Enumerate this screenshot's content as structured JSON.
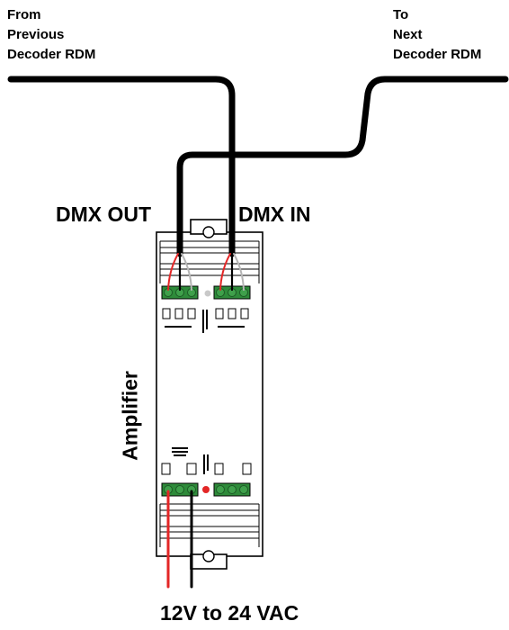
{
  "labels": {
    "from_line1": "From",
    "from_line2": "Previous",
    "from_line3": "Decoder RDM",
    "to_line1": "To",
    "to_line2": "Next",
    "to_line3": "Decoder RDM",
    "dmx_out": "DMX OUT",
    "dmx_in": "DMX IN",
    "amplifier": "Amplifier",
    "power": "12V to 24 VAC"
  },
  "colors": {
    "cable": "#000000",
    "positive_wire": "#e32626",
    "neutral_wire": "#b5b5b5",
    "terminal": "#2e8b3a",
    "indicator": "#e32626"
  }
}
